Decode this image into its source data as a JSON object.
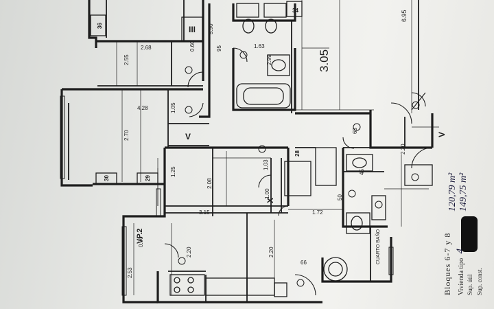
{
  "title_block": {
    "blocks_label": "Bloques 6-7 y 8",
    "vivienda_label": "Vivienda tipo",
    "vivienda_number": "4",
    "sup_util_label": "Sup. útil",
    "sup_util_value": "120,79 m²",
    "sup_const_label": "Sup. const.",
    "sup_const_value": "149,75 m²"
  },
  "dimensions": {
    "d_3_05": "3.05",
    "d_6_95": "6.95",
    "d_2_55": "2.55",
    "d_2_68": "2.68",
    "d_4_28": "4.28",
    "d_2_70": "2.70",
    "d_2_20_a": "2.20",
    "d_2_20_b": "2.20",
    "d_2_20_c": "2.20",
    "d_2_08": "2.08",
    "d_1_72": "1.72",
    "d_1_25": "1.25",
    "d_1_03": "1.03",
    "d_1_00": "1.00",
    "d_2_53": "2.53",
    "d_0_90": "0.90",
    "d_5_90": "5.90",
    "d_3_15": "3.15",
    "d_2_99": "2.99",
    "d_1_63": "1.63",
    "d_1_05": "1.05",
    "d_0_60": "0.60",
    "d_95": "95",
    "d_65": "65",
    "d_66": "66",
    "d_45": "45",
    "d_50": "50"
  },
  "room_marks": {
    "m_III": "III",
    "m_V_a": "V",
    "m_V_b": "V",
    "m_X": "X",
    "m_VP2": "VP.2"
  },
  "cabinet_numbers": {
    "c36": "36",
    "c34": "34",
    "c30": "30",
    "c29": "29",
    "c28": "28"
  },
  "labels": {
    "cuarto_bano": "CUARTO BAÑO"
  }
}
